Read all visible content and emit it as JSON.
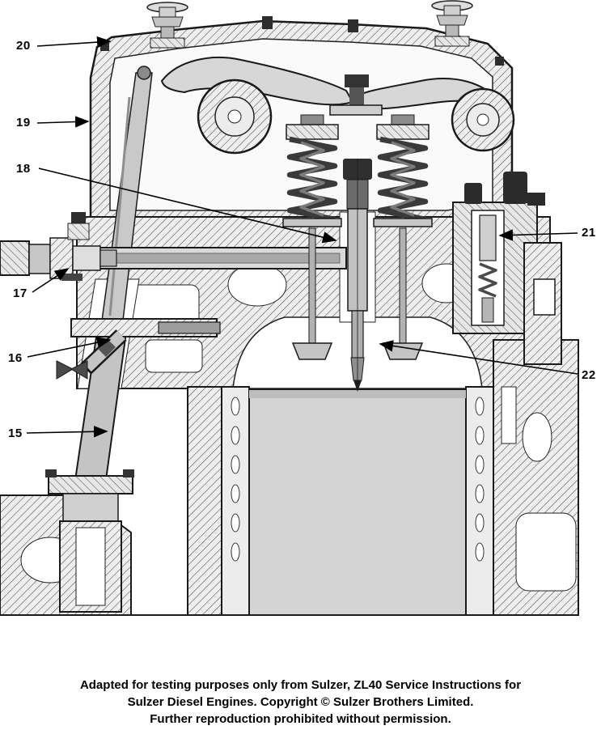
{
  "diagram": {
    "callouts": [
      {
        "label": "20"
      },
      {
        "label": "19"
      },
      {
        "label": "18"
      },
      {
        "label": "17"
      },
      {
        "label": "16"
      },
      {
        "label": "15"
      },
      {
        "label": "21"
      },
      {
        "label": "22"
      }
    ],
    "colors": {
      "outline": "#1a1a1a",
      "hatch_fill": "#ededed",
      "metal_light": "#d6d6d6",
      "dark_part": "#2d2d2d"
    }
  },
  "caption": {
    "line1": "Adapted for testing purposes only from Sulzer, ZL40 Service Instructions for",
    "line2": "Sulzer Diesel Engines. Copyright © Sulzer Brothers Limited.",
    "line3": "Further reproduction prohibited without permission."
  }
}
